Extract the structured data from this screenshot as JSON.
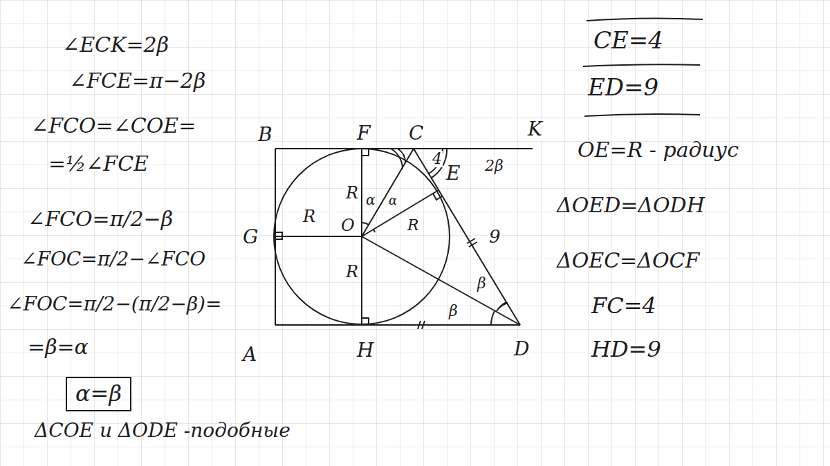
{
  "diagram": {
    "nodes": [
      {
        "text": [
          "α=β"
        ]
      }
    ],
    "labels": [
      "∠ECK=2β",
      "∠FCE=π−2β",
      "∠FCO=∠COE=",
      "=½∠FCE",
      "∠FCO=π/2−β",
      "∠FOC=π/2−∠FCO",
      "∠FOC=π/2−(π/2−β)=",
      "=β=α",
      "ΔCOE и ΔODE -подобные",
      "CE=4",
      "ED=9",
      "OE=R - радиус",
      "ΔOED=ΔODH",
      "ΔOEC=ΔOCF",
      "FC=4",
      "HD=9",
      "B",
      "F",
      "C",
      "K",
      "G",
      "R",
      "O",
      "R",
      "R",
      "R",
      "α",
      "α",
      "E",
      "4",
      "2β",
      "9",
      "β",
      "β",
      "A",
      "H",
      "D"
    ]
  }
}
